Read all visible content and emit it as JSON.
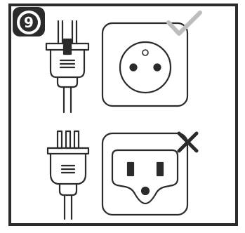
{
  "step": {
    "number": "9"
  },
  "rows": [
    {
      "plug": "two-pin-plug-icon",
      "socket": "type-e-socket-icon",
      "status": "compatible",
      "status_icon": "check-icon"
    },
    {
      "plug": "three-pin-plug-icon",
      "socket": "type-b-socket-icon",
      "status": "incompatible",
      "status_icon": "cross-icon"
    }
  ],
  "colors": {
    "line": "#2b2b2b",
    "badge": "#2b2b2b",
    "badge_text": "#ffffff",
    "check": "#bdbdbd",
    "cross": "#2b2b2b",
    "background": "#ffffff"
  }
}
